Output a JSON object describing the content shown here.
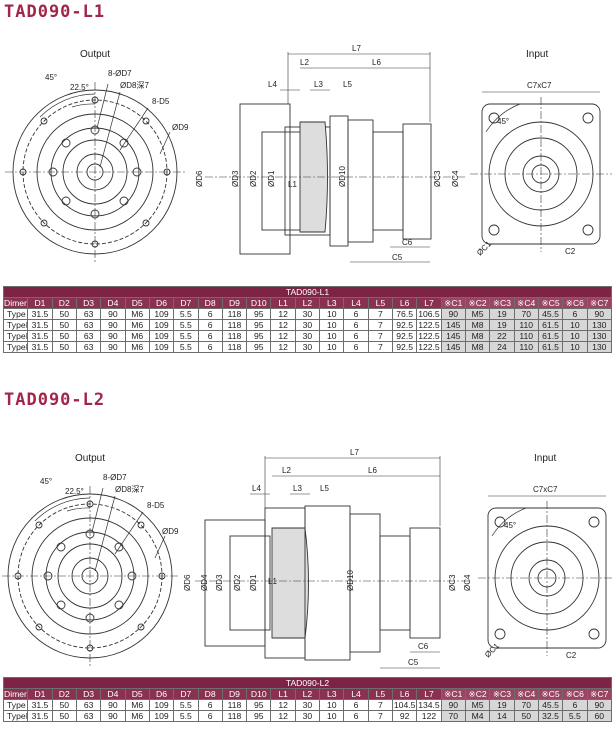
{
  "sections": [
    {
      "title": "TAD090-L1",
      "labels": {
        "output": "Output",
        "input": "Input",
        "angle45": "45°",
        "angle225": "22.5°",
        "d7": "8-ØD7",
        "d8": "ØD8深7",
        "d5": "8-D5",
        "d9": "ØD9",
        "L7": "L7",
        "L6": "L6",
        "L2": "L2",
        "L4": "L4",
        "L3": "L3",
        "L5": "L5",
        "L1": "L1",
        "D6": "ØD6",
        "D3": "ØD3",
        "D2": "ØD2",
        "D1": "ØD1",
        "D10": "ØD10",
        "C3": "ØC3",
        "C4": "ØC4",
        "C6": "C6",
        "C5": "C5",
        "C7": "C7xC7",
        "C1": "ØC1",
        "C2": "C2"
      },
      "table": {
        "caption": "TAD090-L1",
        "headers": [
          "Dimension",
          "D1",
          "D2",
          "D3",
          "D4",
          "D5",
          "D6",
          "D7",
          "D8",
          "D9",
          "D10",
          "L1",
          "L2",
          "L3",
          "L4",
          "L5",
          "L6",
          "L7",
          "※C1",
          "※C2",
          "※C3",
          "※C4",
          "※C5",
          "※C6",
          "※C7"
        ],
        "rows": [
          [
            "Type I",
            "31.5",
            "50",
            "63",
            "90",
            "M6",
            "109",
            "5.5",
            "6",
            "118",
            "95",
            "12",
            "30",
            "10",
            "6",
            "7",
            "76.5",
            "106.5",
            "90",
            "M5",
            "19",
            "70",
            "45.5",
            "6",
            "90"
          ],
          [
            "TypeⅡ",
            "31.5",
            "50",
            "63",
            "90",
            "M6",
            "109",
            "5.5",
            "6",
            "118",
            "95",
            "12",
            "30",
            "10",
            "6",
            "7",
            "92.5",
            "122.5",
            "145",
            "M8",
            "19",
            "110",
            "61.5",
            "10",
            "130"
          ],
          [
            "TypeⅢ",
            "31.5",
            "50",
            "63",
            "90",
            "M6",
            "109",
            "5.5",
            "6",
            "118",
            "95",
            "12",
            "30",
            "10",
            "6",
            "7",
            "92.5",
            "122.5",
            "145",
            "M8",
            "22",
            "110",
            "61.5",
            "10",
            "130"
          ],
          [
            "TypeⅣ",
            "31.5",
            "50",
            "63",
            "90",
            "M6",
            "109",
            "5.5",
            "6",
            "118",
            "95",
            "12",
            "30",
            "10",
            "6",
            "7",
            "92.5",
            "122.5",
            "145",
            "M8",
            "24",
            "110",
            "61.5",
            "10",
            "130"
          ]
        ]
      }
    },
    {
      "title": "TAD090-L2",
      "labels": {
        "output": "Output",
        "input": "Input",
        "angle45": "45°",
        "angle225": "22.5°",
        "d7": "8-ØD7",
        "d8": "ØD8深7",
        "d5": "8-D5",
        "d9": "ØD9",
        "L7": "L7",
        "L6": "L6",
        "L2": "L2",
        "L4": "L4",
        "L3": "L3",
        "L5": "L5",
        "L1": "L1",
        "D6": "ØD6",
        "D4": "ØD4",
        "D3": "ØD3",
        "D2": "ØD2",
        "D1": "ØD1",
        "D10": "ØD10",
        "C3": "ØC3",
        "C4": "ØC4",
        "C6": "C6",
        "C5": "C5",
        "C7": "C7xC7",
        "C1": "ØC1",
        "C2": "C2"
      },
      "table": {
        "caption": "TAD090-L2",
        "headers": [
          "Dimension",
          "D1",
          "D2",
          "D3",
          "D4",
          "D5",
          "D6",
          "D7",
          "D8",
          "D9",
          "D10",
          "L1",
          "L2",
          "L3",
          "L4",
          "L5",
          "L6",
          "L7",
          "※C1",
          "※C2",
          "※C3",
          "※C4",
          "※C5",
          "※C6",
          "※C7"
        ],
        "rows": [
          [
            "Type I",
            "31.5",
            "50",
            "63",
            "90",
            "M6",
            "109",
            "5.5",
            "6",
            "118",
            "95",
            "12",
            "30",
            "10",
            "6",
            "7",
            "104.5",
            "134.5",
            "90",
            "M5",
            "19",
            "70",
            "45.5",
            "6",
            "90"
          ],
          [
            "TypeⅡ",
            "31.5",
            "50",
            "63",
            "90",
            "M6",
            "109",
            "5.5",
            "6",
            "118",
            "95",
            "12",
            "30",
            "10",
            "6",
            "7",
            "92",
            "122",
            "70",
            "M4",
            "14",
            "50",
            "32.5",
            "5.5",
            "60"
          ]
        ]
      }
    }
  ]
}
